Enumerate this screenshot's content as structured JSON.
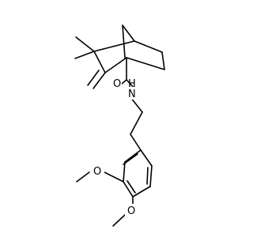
{
  "atom_labels": {
    "amide_n": "N",
    "amide_h": "H",
    "carbonyl_o": "O",
    "methoxy_o_upper": "O",
    "methoxy_o_lower": "O"
  },
  "colors": {
    "bond": "#000000",
    "label": "#000000",
    "background": "#ffffff"
  }
}
